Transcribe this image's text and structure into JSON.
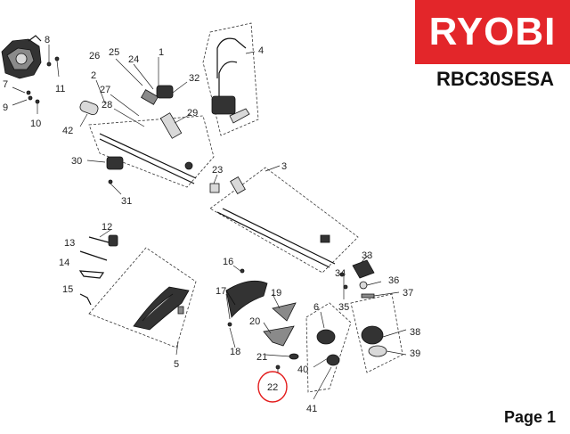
{
  "brand": "RYOBI",
  "model": "RBC30SESA",
  "page_label": "Page 1",
  "colors": {
    "brand_red": "#e3262a",
    "highlight": "#e31b1b",
    "ink": "#111111"
  },
  "callouts": [
    "1",
    "2",
    "3",
    "4",
    "5",
    "6",
    "7",
    "8",
    "9",
    "10",
    "11",
    "12",
    "13",
    "14",
    "15",
    "16",
    "17",
    "18",
    "19",
    "20",
    "21",
    "22",
    "23",
    "24",
    "25",
    "26",
    "27",
    "28",
    "29",
    "30",
    "31",
    "32",
    "33",
    "34",
    "35",
    "36",
    "37",
    "38",
    "39",
    "40",
    "41",
    "42"
  ],
  "highlighted_part": "22"
}
